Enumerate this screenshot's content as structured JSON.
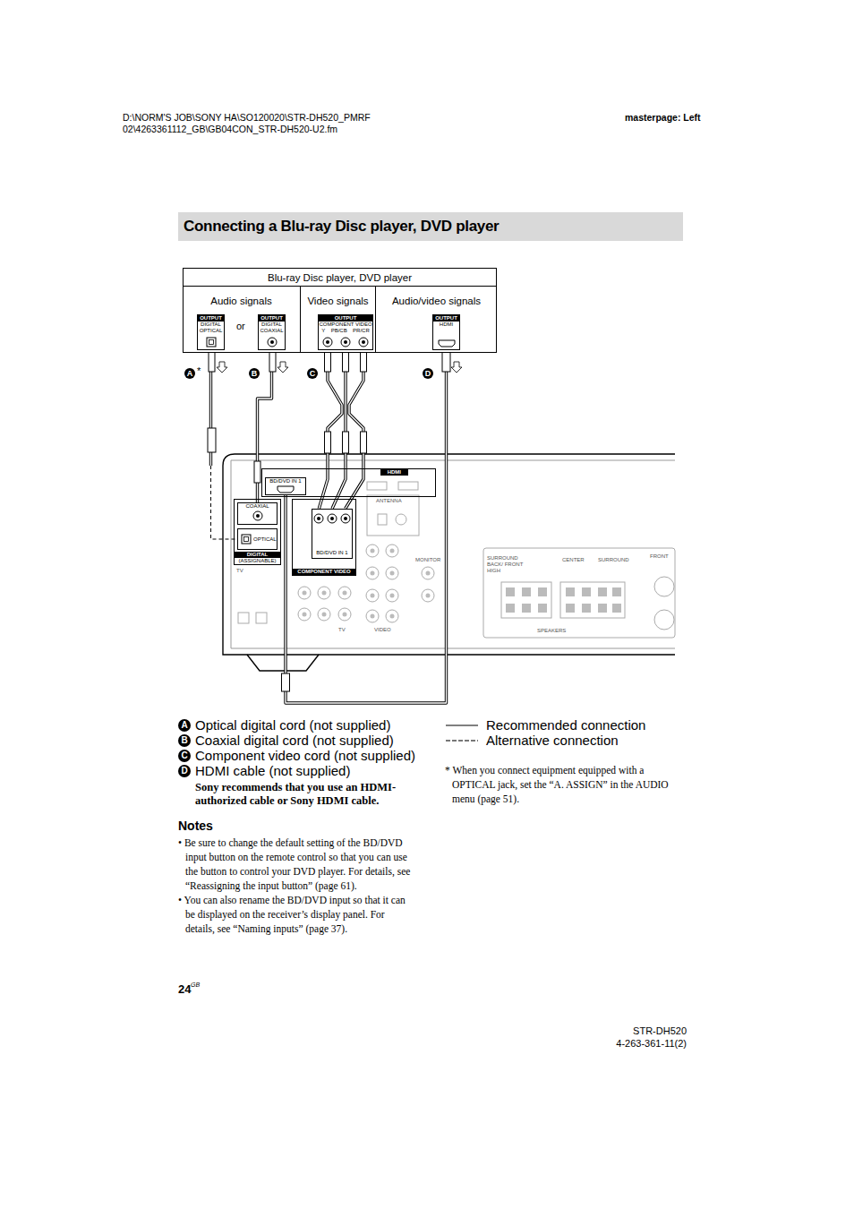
{
  "diagram": {
    "title": "Connecting a Blu-ray Disc player, DVD player",
    "nodes": [
      {
        "text": [
          "Blu-ray Disc player, DVD player"
        ]
      },
      {
        "text": [
          "Audio signals"
        ],
        "in": 0
      },
      {
        "text": [
          "Video signals"
        ],
        "in": 0
      },
      {
        "text": [
          "Audio/video signals"
        ],
        "in": 0
      },
      {
        "text": [
          "OUTPUT",
          "DIGITAL OPTICAL"
        ],
        "in": 1
      },
      {
        "text": [
          "OUTPUT",
          "DIGITAL COAXIAL"
        ],
        "in": 1
      },
      {
        "text": [
          "OUTPUT",
          "COMPONENT VIDEO",
          "Y",
          "PB/CB",
          "PR/CR"
        ],
        "in": 2
      },
      {
        "text": [
          "OUTPUT",
          "HDMI"
        ],
        "in": 3
      },
      {
        "text": [
          "HDMI"
        ]
      },
      {
        "text": [
          "BD/DVD IN 1"
        ],
        "in": 8
      },
      {
        "text": [
          "DIGITAL",
          "(ASSIGNABLE)"
        ]
      },
      {
        "text": [
          "COAXIAL"
        ],
        "in": 10
      },
      {
        "text": [
          "OPTICAL"
        ],
        "in": 10
      },
      {
        "text": [
          "COMPONENT VIDEO"
        ]
      },
      {
        "text": [
          "BD/DVD IN 1"
        ],
        "in": 13
      }
    ],
    "edges": [
      {
        "from": 4,
        "to": 12,
        "arrow": "none"
      },
      {
        "from": 5,
        "to": 11,
        "arrow": "none"
      },
      {
        "from": 6,
        "to": 14,
        "arrow": "none"
      },
      {
        "from": 7,
        "to": 9,
        "arrow": "none"
      }
    ],
    "labels": [
      "D:\\NORM'S JOB\\SONY HA\\SO120020\\STR-DH520_PMRF 02\\4263361112_GB\\GB04CON_STR-DH520-U2.fm",
      "masterpage: Left",
      "or",
      "A",
      "*",
      "B",
      "C",
      "D",
      "ANTENNA",
      "TV",
      "TV",
      "VIDEO",
      "MONITOR",
      "SURROUND BACK/ FRONT HIGH",
      "CENTER",
      "SURROUND",
      "FRONT",
      "SPEAKERS",
      "A",
      "Optical digital cord (not supplied)",
      "B",
      "Coaxial digital cord (not supplied)",
      "C",
      "Component video cord (not supplied)",
      "D",
      "HDMI cable (not supplied)",
      "Sony recommends that you use an HDMI-authorized cable or Sony HDMI cable.",
      "Notes",
      "• Be sure to change the default setting of the BD/DVD input button on the remote control so that you can use the button to control your DVD player. For details, see “Reassigning the input button” (page 61).",
      "• You can also rename the BD/DVD input so that it can be displayed on the receiver’s display panel. For details, see “Naming inputs” (page 37).",
      "* When you connect equipment equipped with a OPTICAL jack, set the “A. ASSIGN” in the AUDIO menu (page 51).",
      "24",
      "GB",
      "STR-DH520",
      "4-263-361-11(2)"
    ],
    "legend": [
      {
        "text": "Recommended connection"
      },
      {
        "text": "Alternative connection"
      }
    ]
  }
}
